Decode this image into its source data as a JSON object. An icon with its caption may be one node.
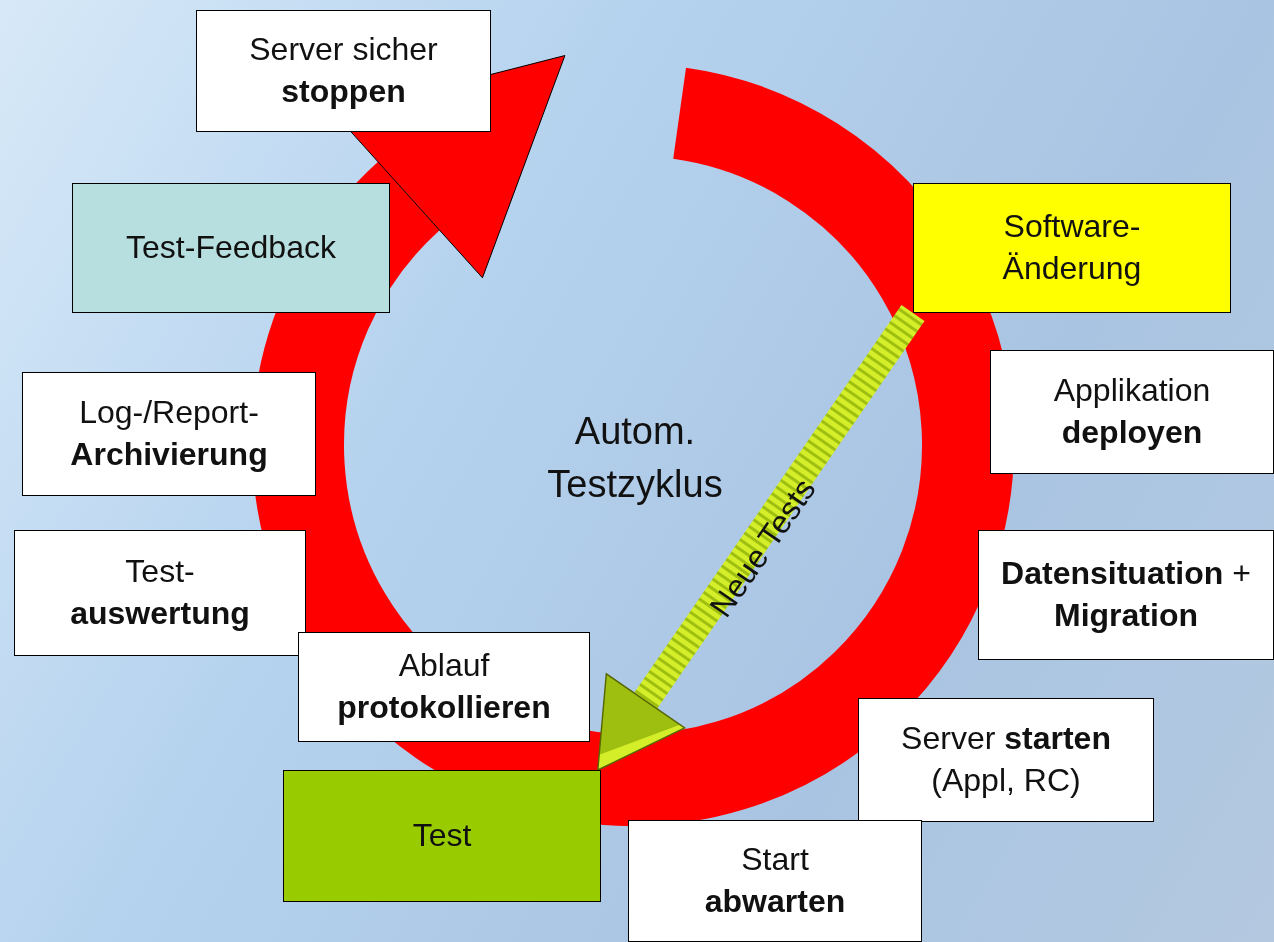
{
  "diagram": {
    "nodes": [
      {
        "text": [
          "Server sicher **stoppen**"
        ]
      },
      {
        "text": [
          "Test-Feedback"
        ]
      },
      {
        "text": [
          "Software- Änderung"
        ]
      },
      {
        "text": [
          "Applikation **deployen**"
        ]
      },
      {
        "text": [
          "Log-/Report- **Archivierung**"
        ]
      },
      {
        "text": [
          "**Datensituation** + **Migration**"
        ]
      },
      {
        "text": [
          "Test- **auswertung**"
        ]
      },
      {
        "text": [
          "Ablauf **protokollieren**"
        ]
      },
      {
        "text": [
          "Server **starten** (Appl, RC)"
        ]
      },
      {
        "text": [
          "Test"
        ]
      },
      {
        "text": [
          "Start **abwarten**"
        ]
      }
    ],
    "edges": [
      {
        "from": 2,
        "to": 9,
        "arrow": "to",
        "label": "Neue Tests",
        "style": "thick",
        "color": "#d4ee2a"
      }
    ],
    "labels": [
      "Autom. Testzyklus"
    ]
  }
}
